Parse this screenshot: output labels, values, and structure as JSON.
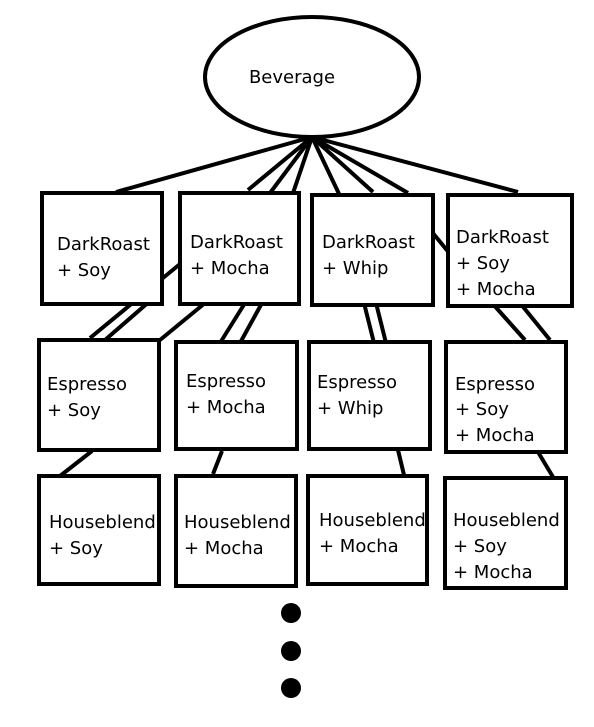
{
  "root": {
    "lines": [
      "Beverage"
    ]
  },
  "nodes": [
    {
      "id": "darkroast-soy",
      "lines": [
        "DarkRoast",
        "+ Soy"
      ]
    },
    {
      "id": "darkroast-mocha",
      "lines": [
        "DarkRoast",
        "+ Mocha"
      ]
    },
    {
      "id": "darkroast-whip",
      "lines": [
        "DarkRoast",
        "+ Whip"
      ]
    },
    {
      "id": "darkroast-soy-mocha",
      "lines": [
        "DarkRoast",
        "+ Soy",
        "+ Mocha"
      ]
    },
    {
      "id": "espresso-soy",
      "lines": [
        "Espresso",
        "+ Soy"
      ]
    },
    {
      "id": "espresso-mocha",
      "lines": [
        "Espresso",
        "+ Mocha"
      ]
    },
    {
      "id": "espresso-whip",
      "lines": [
        "Espresso",
        "+ Whip"
      ]
    },
    {
      "id": "espresso-soy-mocha",
      "lines": [
        "Espresso",
        "+ Soy",
        "+ Mocha"
      ]
    },
    {
      "id": "houseblend-soy",
      "lines": [
        "Houseblend",
        "+ Soy"
      ]
    },
    {
      "id": "houseblend-mocha",
      "lines": [
        "Houseblend",
        "+ Mocha"
      ]
    },
    {
      "id": "houseblend-mocha-2",
      "lines": [
        "Houseblend",
        "+ Mocha"
      ]
    },
    {
      "id": "houseblend-soy-mocha",
      "lines": [
        "Houseblend",
        "+ Soy",
        "+ Mocha"
      ]
    }
  ],
  "continuation": {
    "dots": 3
  },
  "colors": {
    "stroke": "#000000",
    "fill": "#ffffff"
  }
}
